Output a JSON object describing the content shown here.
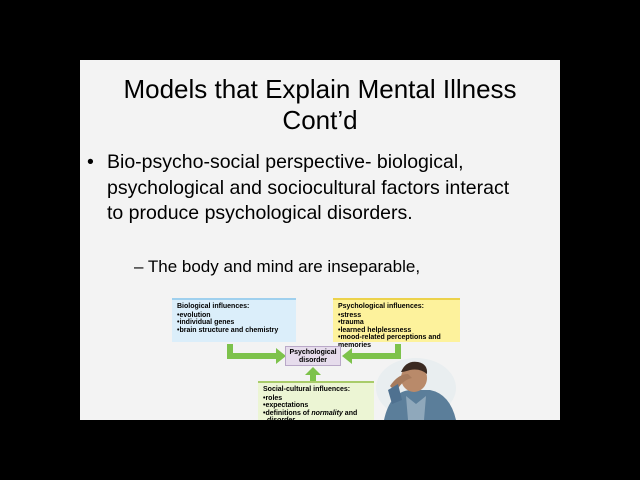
{
  "slide": {
    "title_line1": "Models that Explain Mental Illness",
    "title_line2": "Cont’d",
    "bullet_symbol": "•",
    "bullet_text": "Bio-psycho-social perspective- biological, psychological and sociocultural factors interact to produce psychological disorders.",
    "sub_bullet": "– The body and mind are inseparable,"
  },
  "diagram": {
    "biological": {
      "heading": "Biological influences:",
      "items": [
        "evolution",
        "individual genes",
        "brain structure and chemistry"
      ]
    },
    "psychological": {
      "heading": "Psychological influences:",
      "items": [
        "stress",
        "trauma",
        "learned helplessness",
        "mood-related perceptions and memories"
      ]
    },
    "center": {
      "line1": "Psychological",
      "line2": "disorder"
    },
    "social": {
      "heading": "Social-cultural influences:",
      "items": [
        "roles",
        "expectations"
      ],
      "last_item_prefix": "definitions of ",
      "last_item_italic1": "normality",
      "last_item_mid": " and",
      "last_item_italic2": "disorder"
    },
    "colors": {
      "arrow": "#7dc24b",
      "biological_bg": "#dbeefa",
      "psychological_bg": "#fdf29c",
      "social_bg": "#ecf5d4",
      "center_bg": "#e6dcec"
    }
  }
}
